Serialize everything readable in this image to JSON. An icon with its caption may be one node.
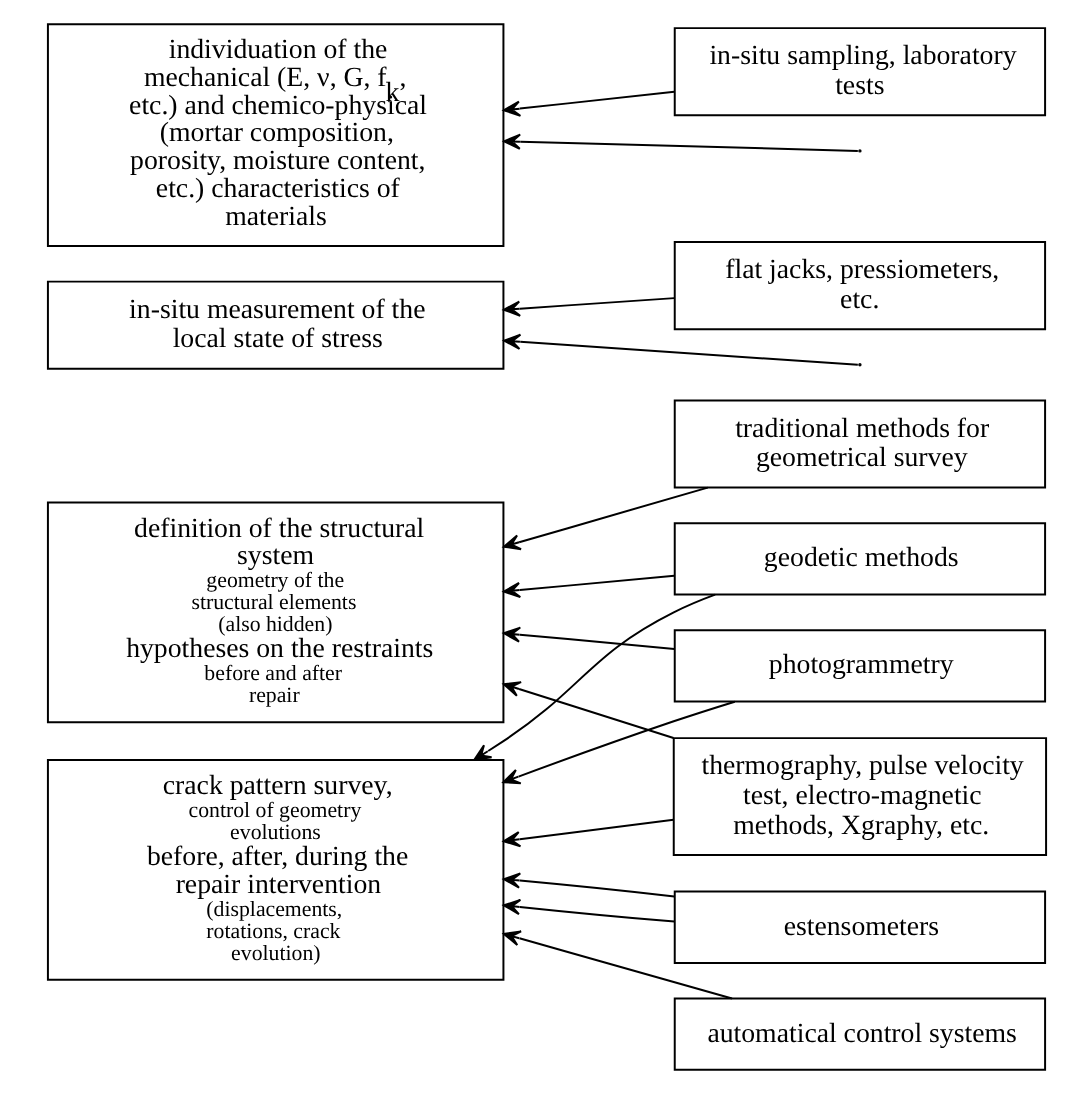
{
  "diagram": {
    "nodes": [
      {
        "text": [
          "definition of the structural system",
          "geometry of the structural elements (also hidden)",
          "hypotheses on the restraints",
          "before and after repair"
        ]
      },
      {
        "text": [
          "crack pattern survey,",
          "control of geometry evolutions",
          "before, after, during the repair intervention",
          "(displacements, rotations, crack evolution)"
        ]
      },
      {
        "text": [
          "in-situ measurement of the local state of stress"
        ]
      },
      {
        "text": [
          "individuation of the mechanical (E, ν, G, f$_{k}$, etc.) and chemico-physical (mortar composition, porosity, moisture content, etc.) characteristics of materials"
        ]
      },
      {
        "text": [
          "traditional methods for geometrical survey"
        ]
      },
      {
        "text": [
          "geodetic methods"
        ]
      },
      {
        "text": [
          "photogrammetry"
        ]
      },
      {
        "text": [
          "thermography, pulse velocity test, electro-magnetic methods, Xgraphy, etc."
        ]
      },
      {
        "text": [
          "estensometers"
        ]
      },
      {
        "text": [
          "automatical control systems"
        ]
      },
      {
        "text": [
          "flat jacks, pressiometers, etc."
        ]
      },
      {
        "text": [
          "in-situ sampling, laboratory tests"
        ]
      }
    ],
    "edges": [
      {
        "from": 4,
        "to": 0,
        "arrow": "to"
      },
      {
        "from": 5,
        "to": 0,
        "arrow": "to"
      },
      {
        "from": 6,
        "to": 0,
        "arrow": "to"
      },
      {
        "from": 7,
        "to": 0,
        "arrow": "to"
      },
      {
        "from": 8,
        "to": 1,
        "arrow": "to"
      },
      {
        "from": 9,
        "to": 1,
        "arrow": "to"
      },
      {
        "from": 6,
        "to": 1,
        "arrow": "to"
      },
      {
        "from": 7,
        "to": 1,
        "arrow": "to"
      },
      {
        "from": 8,
        "to": 1,
        "arrow": "to"
      },
      {
        "from": 5,
        "to": 1,
        "arrow": "to"
      },
      {
        "from": 10,
        "to": 2,
        "arrow": "to"
      },
      {
        "from": null,
        "to": 2,
        "arrow": "to"
      },
      {
        "from": 11,
        "to": 3,
        "arrow": "to"
      },
      {
        "from": null,
        "to": 3,
        "arrow": "to"
      }
    ]
  }
}
